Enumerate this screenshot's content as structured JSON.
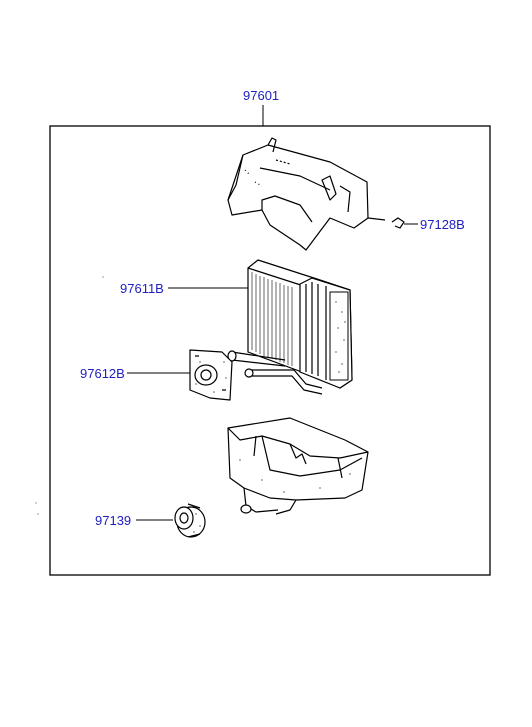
{
  "assembly": {
    "part_number": "97601"
  },
  "callouts": {
    "case_upper": "97128B",
    "evaporator_core": "97611B",
    "expansion_valve": "97612B",
    "grommet": "97139"
  },
  "colors": {
    "callout_text": "#2020c0",
    "leader": "#000000",
    "line_art": "#000000"
  }
}
